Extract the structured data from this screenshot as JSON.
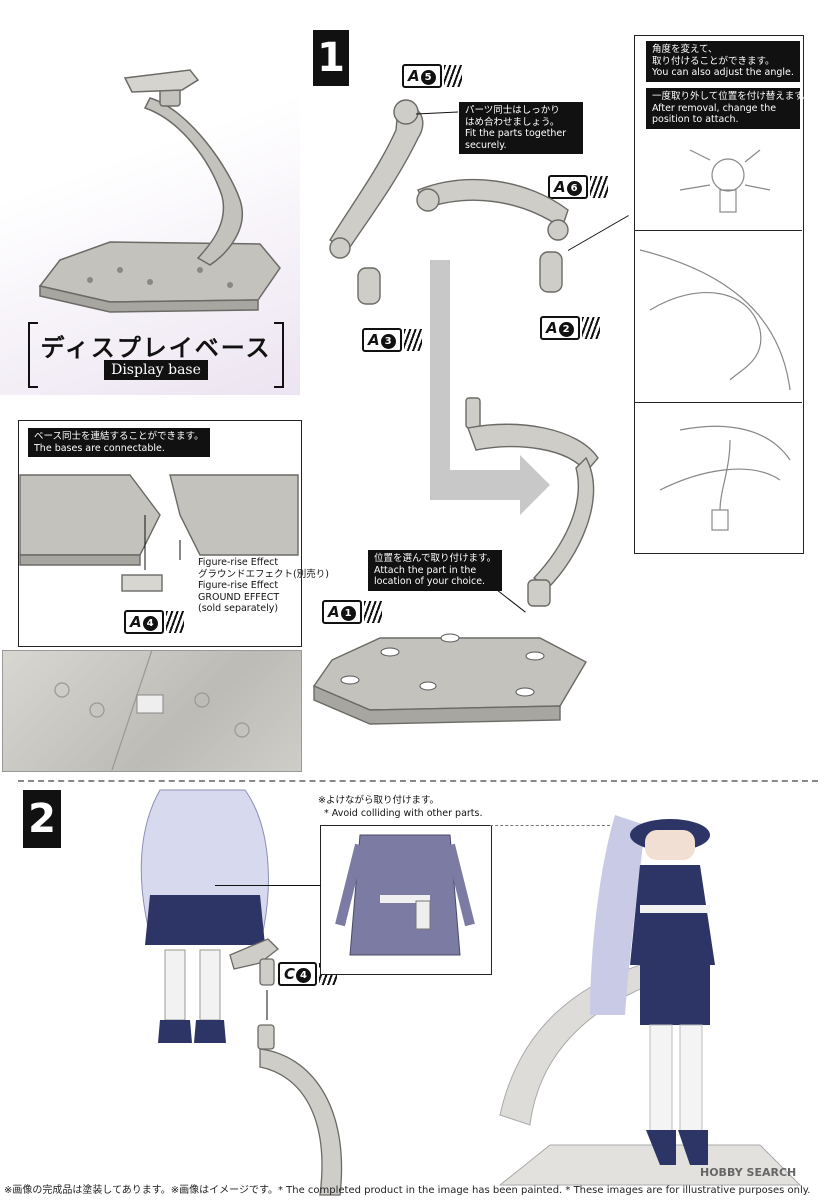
{
  "step1": {
    "number": "1",
    "title_jp": "ディスプレイベース",
    "title_en": "Display base",
    "parts": {
      "a5": {
        "letter": "A",
        "num": "5"
      },
      "a6": {
        "letter": "A",
        "num": "6"
      },
      "a3": {
        "letter": "A",
        "num": "3"
      },
      "a2": {
        "letter": "A",
        "num": "2"
      },
      "a1": {
        "letter": "A",
        "num": "1"
      },
      "a4": {
        "letter": "A",
        "num": "4"
      }
    },
    "note_fit": [
      "パーツ同士はしっかり",
      "はめ合わせましょう。",
      "Fit the parts together",
      "securely."
    ],
    "note_angle": [
      "角度を変えて、",
      "取り付けることができます。",
      "You can also adjust the angle."
    ],
    "note_reposition": [
      "一度取り外して位置を付け替えます。",
      "After removal, change the",
      "position to attach."
    ],
    "note_choice": [
      "位置を選んで取り付けます。",
      "Attach the part in the",
      "location of your choice."
    ],
    "note_connect": [
      "ベース同士を連結することができます。",
      "The bases are connectable."
    ],
    "ground_effect": [
      "Figure-rise Effect",
      "グラウンドエフェクト(別売り)",
      "Figure-rise Effect",
      "GROUND EFFECT",
      "(sold separately)"
    ]
  },
  "step2": {
    "number": "2",
    "part_c4": {
      "letter": "C",
      "num": "4"
    },
    "note_avoid_jp": "※よけながら取り付けます。",
    "note_avoid_en": "* Avoid colliding with other parts."
  },
  "footer": {
    "text": "※画像の完成品は塗装してあります。※画像はイメージです。* The completed product in the image has been painted. * These images are for illustrative purposes only.",
    "watermark": "HOBBY SEARCH"
  },
  "colors": {
    "clear_part": "#b9b7b2",
    "clear_edge": "#6c6a66",
    "uniform_navy": "#2c3566",
    "hair": "#c9cbe6",
    "gray_arrow": "#c8c8c8",
    "title_band": "#e7deef"
  }
}
